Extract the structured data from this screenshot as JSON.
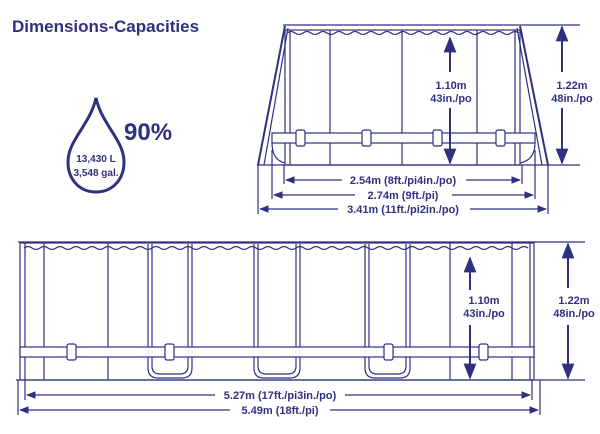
{
  "title": "Dimensions-Capacities",
  "capacity": {
    "fill_percent": "90%",
    "liters": "13,430 L",
    "gallons": "3,548 gal."
  },
  "side_view": {
    "water_height": {
      "metric": "1.10m",
      "imperial": "43in./po"
    },
    "wall_height": {
      "metric": "1.22m",
      "imperial": "48in./po"
    },
    "inner_width": "2.54m (8ft./pi4in./po)",
    "frame_width": "2.74m (9ft./pi)",
    "overall_width": "3.41m (11ft./pi2in./po)"
  },
  "front_view": {
    "water_height": {
      "metric": "1.10m",
      "imperial": "43in./po"
    },
    "wall_height": {
      "metric": "1.22m",
      "imperial": "48in./po"
    },
    "inner_length": "5.27m (17ft./pi3in./po)",
    "overall_length": "5.49m (18ft./pi)"
  },
  "colors": {
    "ink": "#2e3180"
  }
}
